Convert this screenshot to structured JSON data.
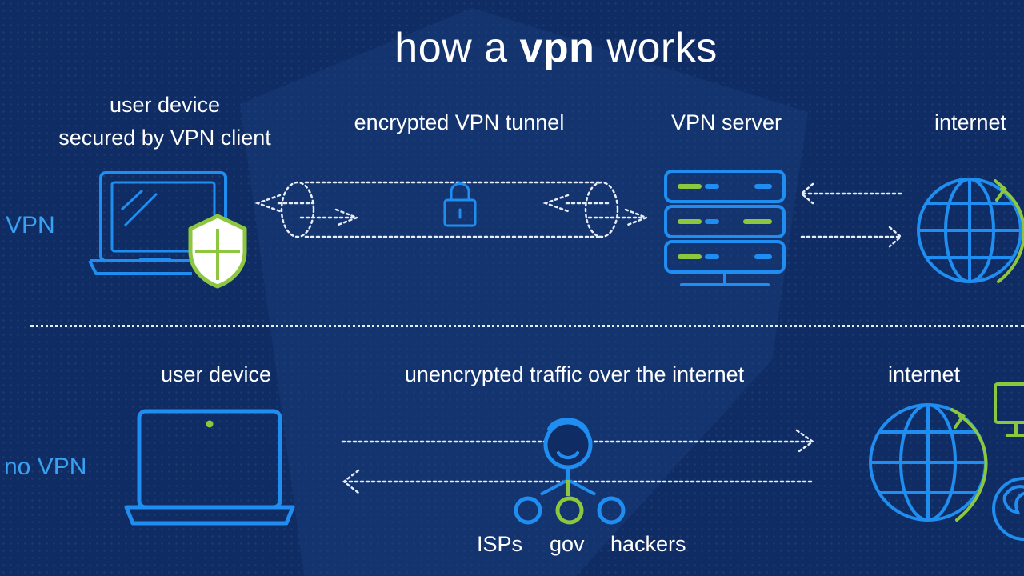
{
  "title": {
    "prefix": "how a ",
    "bold": "vpn",
    "suffix": " works"
  },
  "vpn_row": {
    "side_label": "VPN",
    "device_label_line1": "user device",
    "device_label_line2": "secured by VPN client",
    "tunnel_label": "encrypted VPN tunnel",
    "server_label": "VPN server",
    "internet_label": "internet"
  },
  "novpn_row": {
    "side_label": "no VPN",
    "device_label": "user device",
    "traffic_label": "unencrypted traffic over the internet",
    "internet_label": "internet",
    "actors": [
      "ISPs",
      "gov",
      "hackers"
    ]
  },
  "colors": {
    "background": "#0f2d64",
    "icon_blue": "#1f8ef0",
    "accent_green": "#8dc63f",
    "text": "#ffffff"
  },
  "icons": [
    "laptop-icon",
    "shield-icon",
    "lock-icon",
    "server-icon",
    "globe-icon",
    "person-icon",
    "monitor-icon",
    "firefox-icon"
  ]
}
